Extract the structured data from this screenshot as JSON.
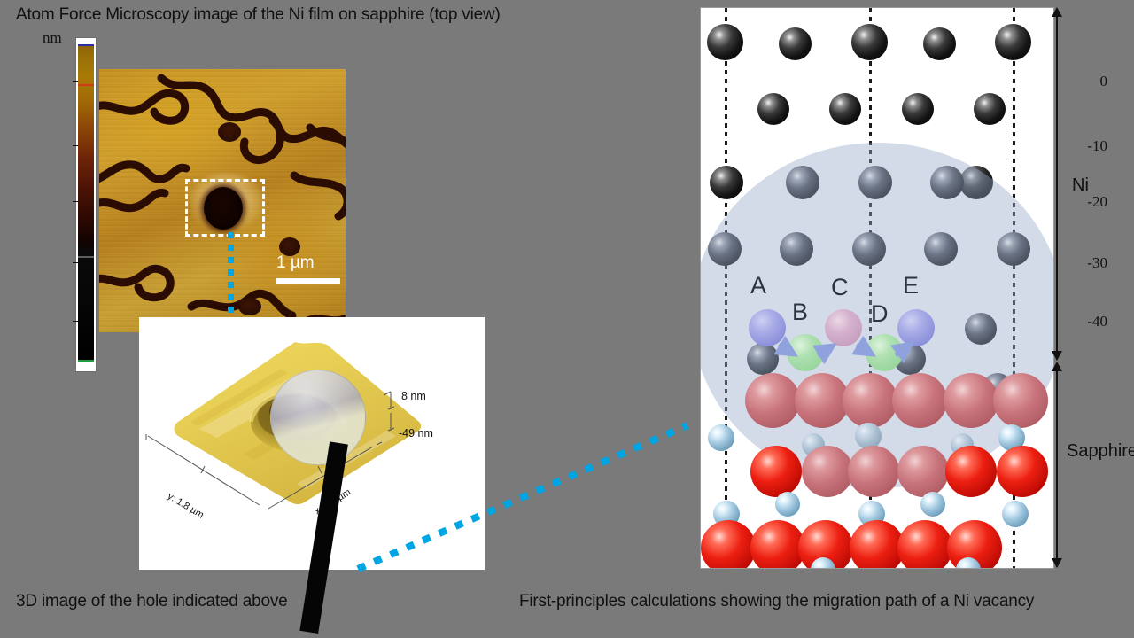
{
  "titles": {
    "afm_title": "Atom Force Microscopy image of the Ni film on sapphire (top view)",
    "caption_3d": "3D image of the hole indicated above",
    "caption_diagram": "First-principles calculations showing the migration path of a Ni vacancy"
  },
  "colorbar": {
    "unit": "nm",
    "ticks": [
      "0",
      "-10",
      "-20",
      "-30",
      "-40"
    ],
    "tick_values": [
      0,
      -10,
      -20,
      -30,
      -40
    ],
    "top_color": "#a87a06",
    "mid_color": "#6d2408",
    "bottom_color": "#000000"
  },
  "afm": {
    "scale_bar_label": "1 µm",
    "selection_note": "dashed-box-around-hole"
  },
  "panel3d": {
    "z_top_label": "8 nm",
    "z_bottom_label": "-49 nm",
    "y_axis_label": "y: 1.8 µm",
    "x_axis_label": "x: 1.8 µm"
  },
  "diagram": {
    "path_labels": [
      "A",
      "B",
      "C",
      "D",
      "E"
    ],
    "region_labels": {
      "top": "Ni",
      "bottom": "Sapphire"
    },
    "legend_colors": {
      "nickel": "#1a1a1a",
      "oxygen": "#ec1f11",
      "aluminium": "#9fc6de",
      "path_start_end": "#9295dc",
      "path_intermediate": "#9bd79f",
      "path_saddle": "#c9a2c2",
      "highlight_circle": "#96a8c8"
    }
  },
  "accents": {
    "arrow_color": "#00a5e3",
    "background": "#7a7a7a"
  }
}
